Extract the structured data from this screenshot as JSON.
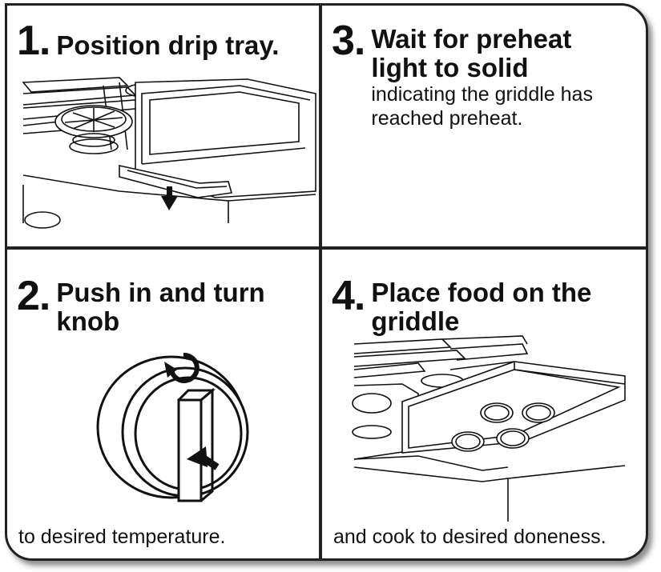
{
  "steps": [
    {
      "number": "1.",
      "title": "Position drip tray.",
      "subtitle": "",
      "caption": ""
    },
    {
      "number": "2.",
      "title": "Push in and turn knob",
      "subtitle": "",
      "caption": "to desired temperature."
    },
    {
      "number": "3.",
      "title": "Wait for preheat light to solid",
      "subtitle": "indicating the griddle has reached preheat.",
      "caption": ""
    },
    {
      "number": "4.",
      "title": "Place food on the griddle",
      "subtitle": "",
      "caption": "and cook to desired doneness."
    }
  ],
  "colors": {
    "border": "#222222",
    "text": "#111111",
    "background": "#ffffff"
  },
  "icons": [
    "drip-tray-illustration",
    "control-knob-illustration",
    "rotate-arrow-icon",
    "push-arrow-icon",
    "griddle-food-illustration",
    "down-arrow-icon"
  ]
}
